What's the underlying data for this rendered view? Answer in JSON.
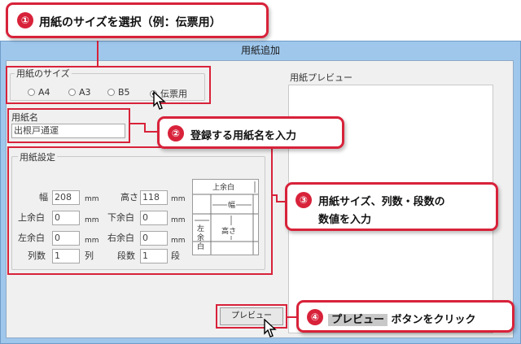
{
  "window": {
    "title": "用紙追加"
  },
  "paper_size": {
    "legend": "用紙のサイズ",
    "options": [
      {
        "label": "A4",
        "selected": false
      },
      {
        "label": "A3",
        "selected": false
      },
      {
        "label": "B5",
        "selected": false
      },
      {
        "label": "伝票用",
        "selected": true
      }
    ]
  },
  "paper_name": {
    "label": "用紙名",
    "value": "出根戸通運"
  },
  "settings": {
    "legend": "用紙設定",
    "width": {
      "label": "幅",
      "value": "208",
      "unit": "mm"
    },
    "height": {
      "label": "高さ",
      "value": "118",
      "unit": "mm"
    },
    "margin_top": {
      "label": "上余白",
      "value": "0",
      "unit": "mm"
    },
    "margin_bottom": {
      "label": "下余白",
      "value": "0",
      "unit": "mm"
    },
    "margin_left": {
      "label": "左余白",
      "value": "0",
      "unit": "mm"
    },
    "margin_right": {
      "label": "右余白",
      "value": "0",
      "unit": "mm"
    },
    "columns": {
      "label": "列数",
      "value": "1",
      "unit": "列"
    },
    "rows": {
      "label": "段数",
      "value": "1",
      "unit": "段"
    },
    "diagram": {
      "top_margin": "上余白",
      "width": "幅",
      "height": "高さ",
      "left_margin": "左余白"
    }
  },
  "preview": {
    "legend": "用紙プレビュー",
    "button_label": "プレビュー"
  },
  "callouts": {
    "c1": {
      "number": "①",
      "text": "用紙のサイズを選択（例：伝票用）"
    },
    "c2": {
      "number": "②",
      "text": "登録する用紙名を入力"
    },
    "c3": {
      "number": "③",
      "line1": "用紙サイズ、列数・段数の",
      "line2": "数値を入力"
    },
    "c4": {
      "number": "④",
      "highlight": "プレビュー",
      "text": "ボタンをクリック"
    }
  },
  "colors": {
    "accent": "#d8223a",
    "window_frame": "#9fc7ec",
    "client_bg": "#f0f0f0"
  }
}
